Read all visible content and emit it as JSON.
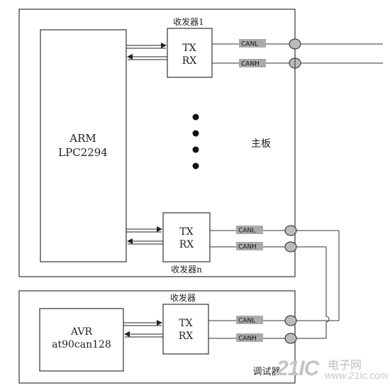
{
  "labels": {
    "transceiver_1": "收发器1",
    "transceiver_n": "收发器n",
    "transceiver_debug": "收发器",
    "tx": "TX",
    "rx": "RX",
    "canl": "CANL",
    "canh": "CANH",
    "arm_line1": "ARM",
    "arm_line2": "LPC2294",
    "avr_line1": "AVR",
    "avr_line2": "at90can128",
    "main_board": "主板",
    "debugger": "调试器"
  },
  "watermark": {
    "logo": "21IC",
    "line1": "电子网",
    "line2": "www.21ic.com"
  }
}
